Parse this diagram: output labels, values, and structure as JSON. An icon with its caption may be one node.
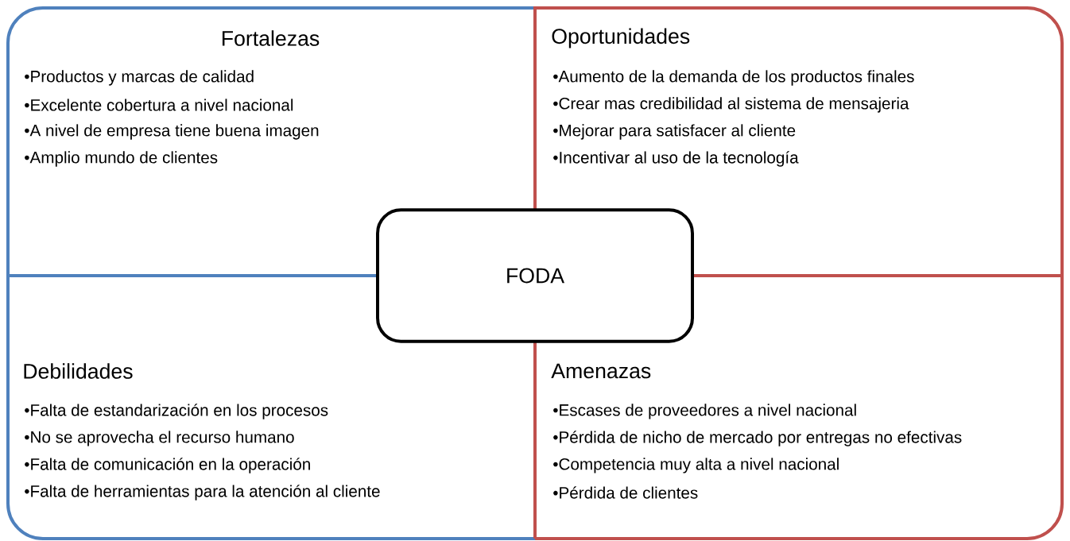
{
  "diagram": {
    "nodes": [
      {
        "text": [
          "Fortalezas",
          "•Productos y marcas de calidad",
          "•Excelente cobertura a nivel nacional",
          "•A nivel de empresa tiene buena imagen",
          "•Amplio mundo de clientes"
        ]
      },
      {
        "text": [
          "Oportunidades",
          "•Aumento de la demanda de los productos finales",
          "•Crear mas credibilidad al sistema de mensajeria",
          "•Mejorar para satisfacer al cliente",
          "•Incentivar al uso de la tecnología"
        ]
      },
      {
        "text": [
          "FODA"
        ]
      },
      {
        "text": [
          "Debilidades",
          "•Falta de estandarización en los procesos",
          "•No se aprovecha el recurso humano",
          "•Falta de comunicación en la operación",
          "•Falta de herramientas para la atención al cliente"
        ]
      },
      {
        "text": [
          "Amenazas",
          "•Escases de proveedores a nivel nacional",
          "•Pérdida de nicho de mercado por entregas no efectivas",
          "•Competencia muy alta a nivel nacional",
          "•Pérdida de clientes"
        ]
      }
    ],
    "edges": []
  }
}
